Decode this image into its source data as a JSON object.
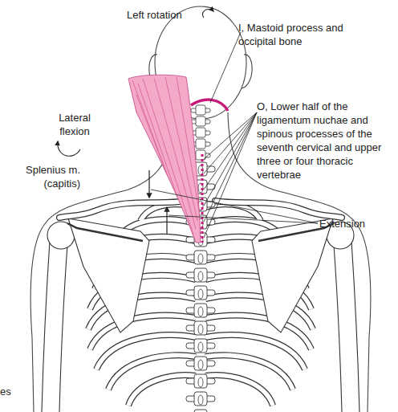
{
  "diagram": {
    "labels": [
      "Left rotation",
      "I, Mastoid process and occipital bone",
      "Lateral flexion",
      "O, Lower half of the ligamentum nuchae and spinous processes of the seventh cervical and upper three or four thoracic vertebrae",
      "Splenius m. (capitis)",
      "Extension",
      "es"
    ]
  }
}
